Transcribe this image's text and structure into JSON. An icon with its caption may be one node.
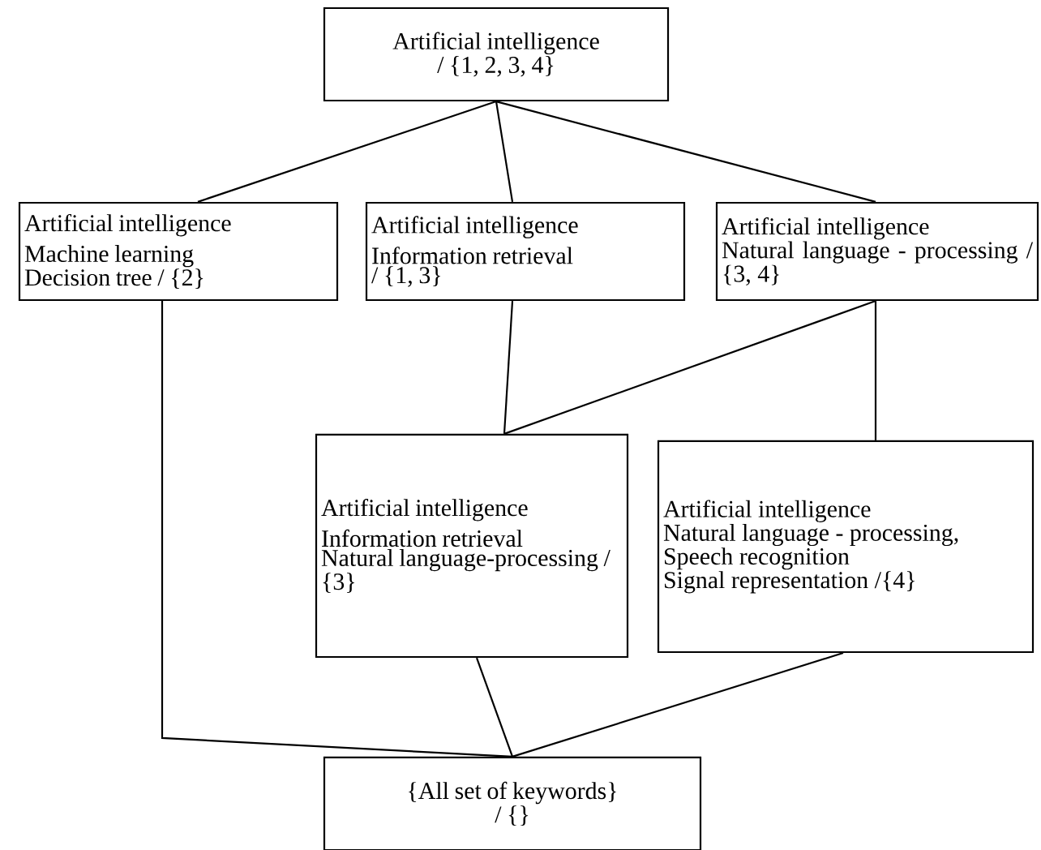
{
  "diagram": {
    "nodes": [
      {
        "text": [
          "Artificial intelligence",
          "/ {1, 2, 3, 4}"
        ]
      },
      {
        "text": [
          "Artificial intelligence",
          "Machine learning",
          "Decision tree / {2}"
        ]
      },
      {
        "text": [
          "Artificial intelligence",
          "Information retrieval",
          "/ {1, 3}"
        ]
      },
      {
        "text": [
          "Artificial intelligence",
          "Natural language - processing / {3, 4}"
        ]
      },
      {
        "text": [
          "Artificial intelligence",
          "Information retrieval",
          "Natural language-processing / {3}"
        ]
      },
      {
        "text": [
          "Artificial intelligence",
          "Natural language - processing,",
          "Speech recognition",
          "Signal representation /{4}"
        ]
      },
      {
        "text": [
          "{All set of keywords}",
          "/ {}"
        ]
      }
    ],
    "edges": [
      {
        "from": 0,
        "to": 1,
        "arrow": "none"
      },
      {
        "from": 0,
        "to": 2,
        "arrow": "none"
      },
      {
        "from": 0,
        "to": 3,
        "arrow": "none"
      },
      {
        "from": 2,
        "to": 4,
        "arrow": "none"
      },
      {
        "from": 3,
        "to": 4,
        "arrow": "none"
      },
      {
        "from": 3,
        "to": 5,
        "arrow": "none"
      },
      {
        "from": 1,
        "to": 6,
        "arrow": "none"
      },
      {
        "from": 4,
        "to": 6,
        "arrow": "none"
      },
      {
        "from": 5,
        "to": 6,
        "arrow": "none"
      }
    ]
  }
}
